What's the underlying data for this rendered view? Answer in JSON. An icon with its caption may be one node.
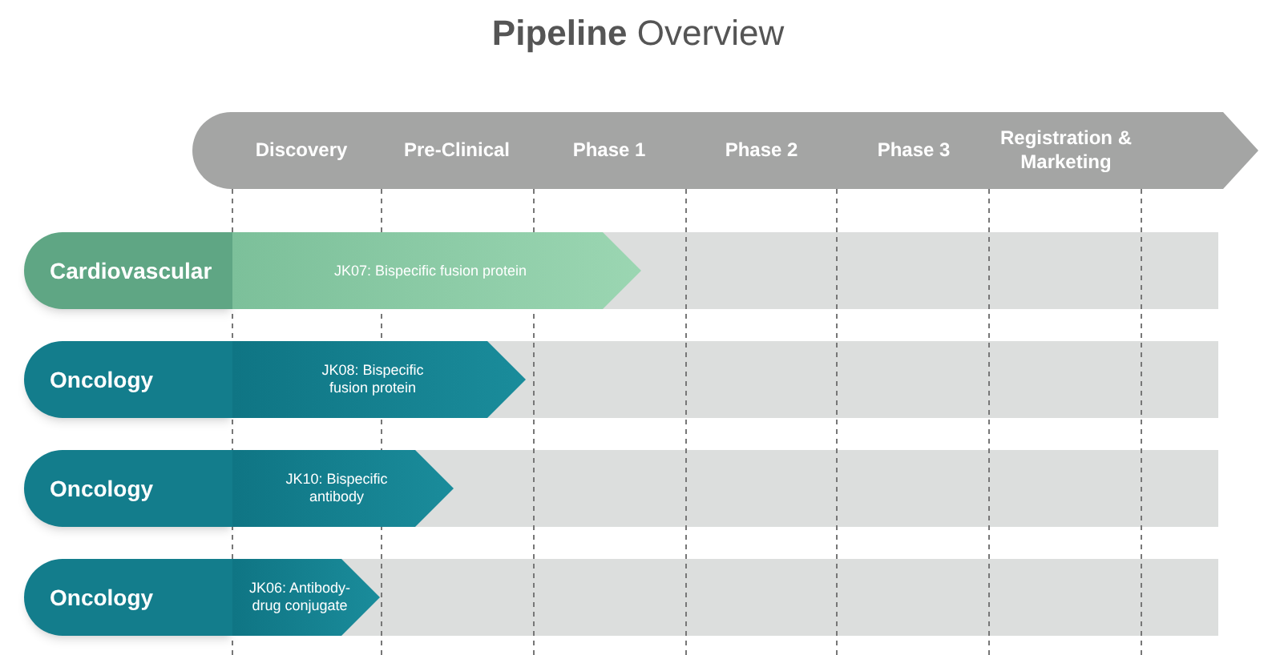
{
  "diagram": {
    "title": "**Pipeline** Overview",
    "nodes": [
      {
        "text": [
          "Discovery",
          "Pre-Clinical",
          "Phase 1",
          "Phase 2",
          "Phase 3",
          "Registration & Marketing"
        ]
      },
      {
        "text": [
          "Cardiovascular"
        ]
      },
      {
        "text": [
          "JK07: Bispecific fusion protein"
        ]
      },
      {
        "text": [
          "Oncology"
        ]
      },
      {
        "text": [
          "JK08: Bispecific fusion protein"
        ]
      },
      {
        "text": [
          "Oncology"
        ]
      },
      {
        "text": [
          "JK10: Bispecific antibody"
        ]
      },
      {
        "text": [
          "Oncology"
        ]
      },
      {
        "text": [
          "JK06: Antibody-drug conjugate"
        ]
      }
    ]
  }
}
